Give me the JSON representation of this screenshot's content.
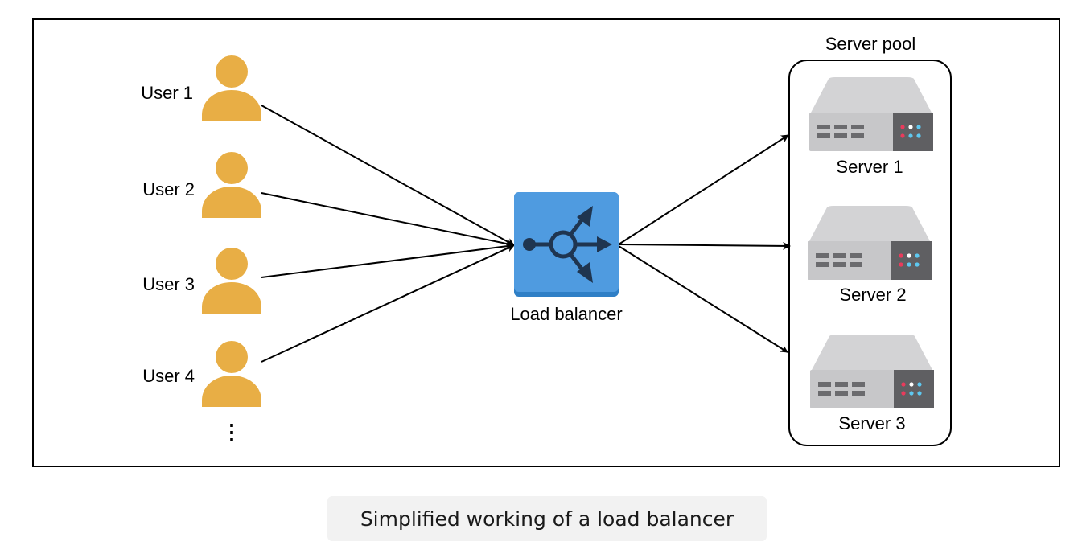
{
  "diagram": {
    "users": [
      {
        "label": "User 1"
      },
      {
        "label": "User 2"
      },
      {
        "label": "User 3"
      },
      {
        "label": "User 4"
      }
    ],
    "users_more": "⋮",
    "load_balancer": {
      "label": "Load balancer",
      "icon": "load-balancer-icon"
    },
    "server_pool": {
      "title": "Server pool",
      "servers": [
        {
          "label": "Server 1"
        },
        {
          "label": "Server 2"
        },
        {
          "label": "Server 3"
        }
      ]
    },
    "colors": {
      "user": "#e8ae45",
      "load_balancer": "#4f9be0",
      "server_top": "#d3d3d5",
      "server_body": "#c7c7c9",
      "server_panel": "#5f5f62"
    }
  },
  "caption": "Simplified working of a load balancer"
}
